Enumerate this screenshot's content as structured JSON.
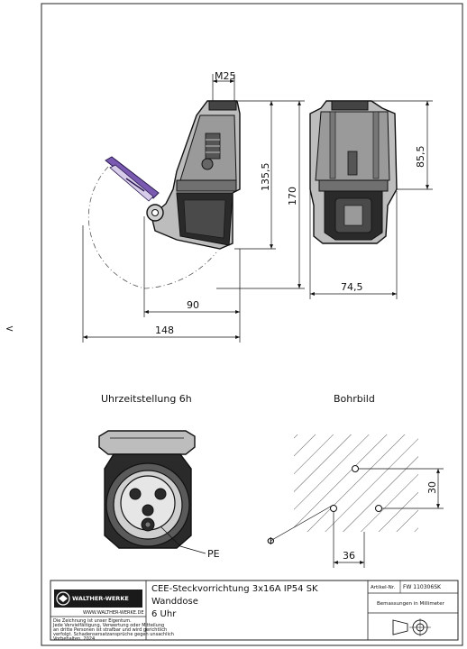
{
  "side_marker": "<",
  "dimensions": {
    "m25": "M25",
    "h135": "135,5",
    "h170": "170",
    "h85": "85,5",
    "w74": "74,5",
    "w90": "90",
    "w148": "148",
    "v30": "30",
    "w36": "36"
  },
  "labels": {
    "clock_position": "Uhrzeitstellung 6h",
    "drill_pattern": "Bohrbild",
    "pe": "PE",
    "drill_symbol": "Φ"
  },
  "title_block": {
    "logo_text": "WALTHER-WERKE",
    "logo_sub": "WWW.WALTHER-WERKE.DE",
    "notice": [
      "Die Zeichnung ist unser Eigentum.",
      "Jede Vervielfältigung, Verwertung oder Mitteilung",
      "an dritte Personen ist strafbar und wird gerichtlich",
      "verfolgt. Schadensersatzansprüche gegen unsachlich",
      "Vorbehalten. 2024"
    ],
    "line1": "CEE-Steckvorrichtung 3x16A IP54 SK",
    "line2": "Wanddose",
    "line3": "6 Uhr",
    "art_label": "Artikel-Nr.",
    "art_value": "FW 110306SK",
    "mass_label": "Bemassungen in Millimeter"
  }
}
